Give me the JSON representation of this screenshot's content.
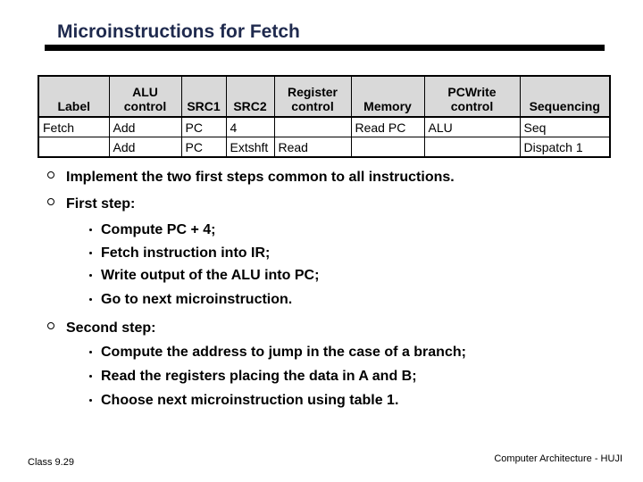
{
  "page": {
    "background_color": "#ffffff",
    "title_color": "#1f2a4e",
    "rule_color": "#000000",
    "table_header_bg": "#d9d9d9",
    "text_color": "#000000"
  },
  "header": {
    "title": "Microinstructions for Fetch"
  },
  "table": {
    "columns": [
      "Label",
      "ALU control",
      "SRC1",
      "SRC2",
      "Register control",
      "Memory",
      "PCWrite control",
      "Sequencing"
    ],
    "rows": [
      [
        "Fetch",
        "Add",
        "PC",
        "4",
        "",
        "Read PC",
        "ALU",
        "Seq"
      ],
      [
        "",
        "Add",
        "PC",
        "Extshft",
        "Read",
        "",
        "",
        "Dispatch 1"
      ]
    ]
  },
  "bullets": [
    {
      "level": 1,
      "text": "Implement the two first steps common to all instructions."
    },
    {
      "level": 1,
      "text": "First step:"
    },
    {
      "level": 2,
      "text": "Compute PC + 4;"
    },
    {
      "level": 2,
      "text": "Fetch instruction into IR;"
    },
    {
      "level": 2,
      "text": "Write output of the ALU into PC;"
    },
    {
      "level": 2,
      "text": "Go to next microinstruction."
    },
    {
      "level": 1,
      "text": "Second step:"
    },
    {
      "level": 2,
      "text": "Compute the address to jump in the case of a branch;"
    },
    {
      "level": 2,
      "text": "Read the registers placing the data in A and B;"
    },
    {
      "level": 2,
      "text": "Choose next microinstruction using table 1."
    }
  ],
  "footer": {
    "left": "Class 9.29",
    "right": "Computer Architecture - HUJI"
  }
}
